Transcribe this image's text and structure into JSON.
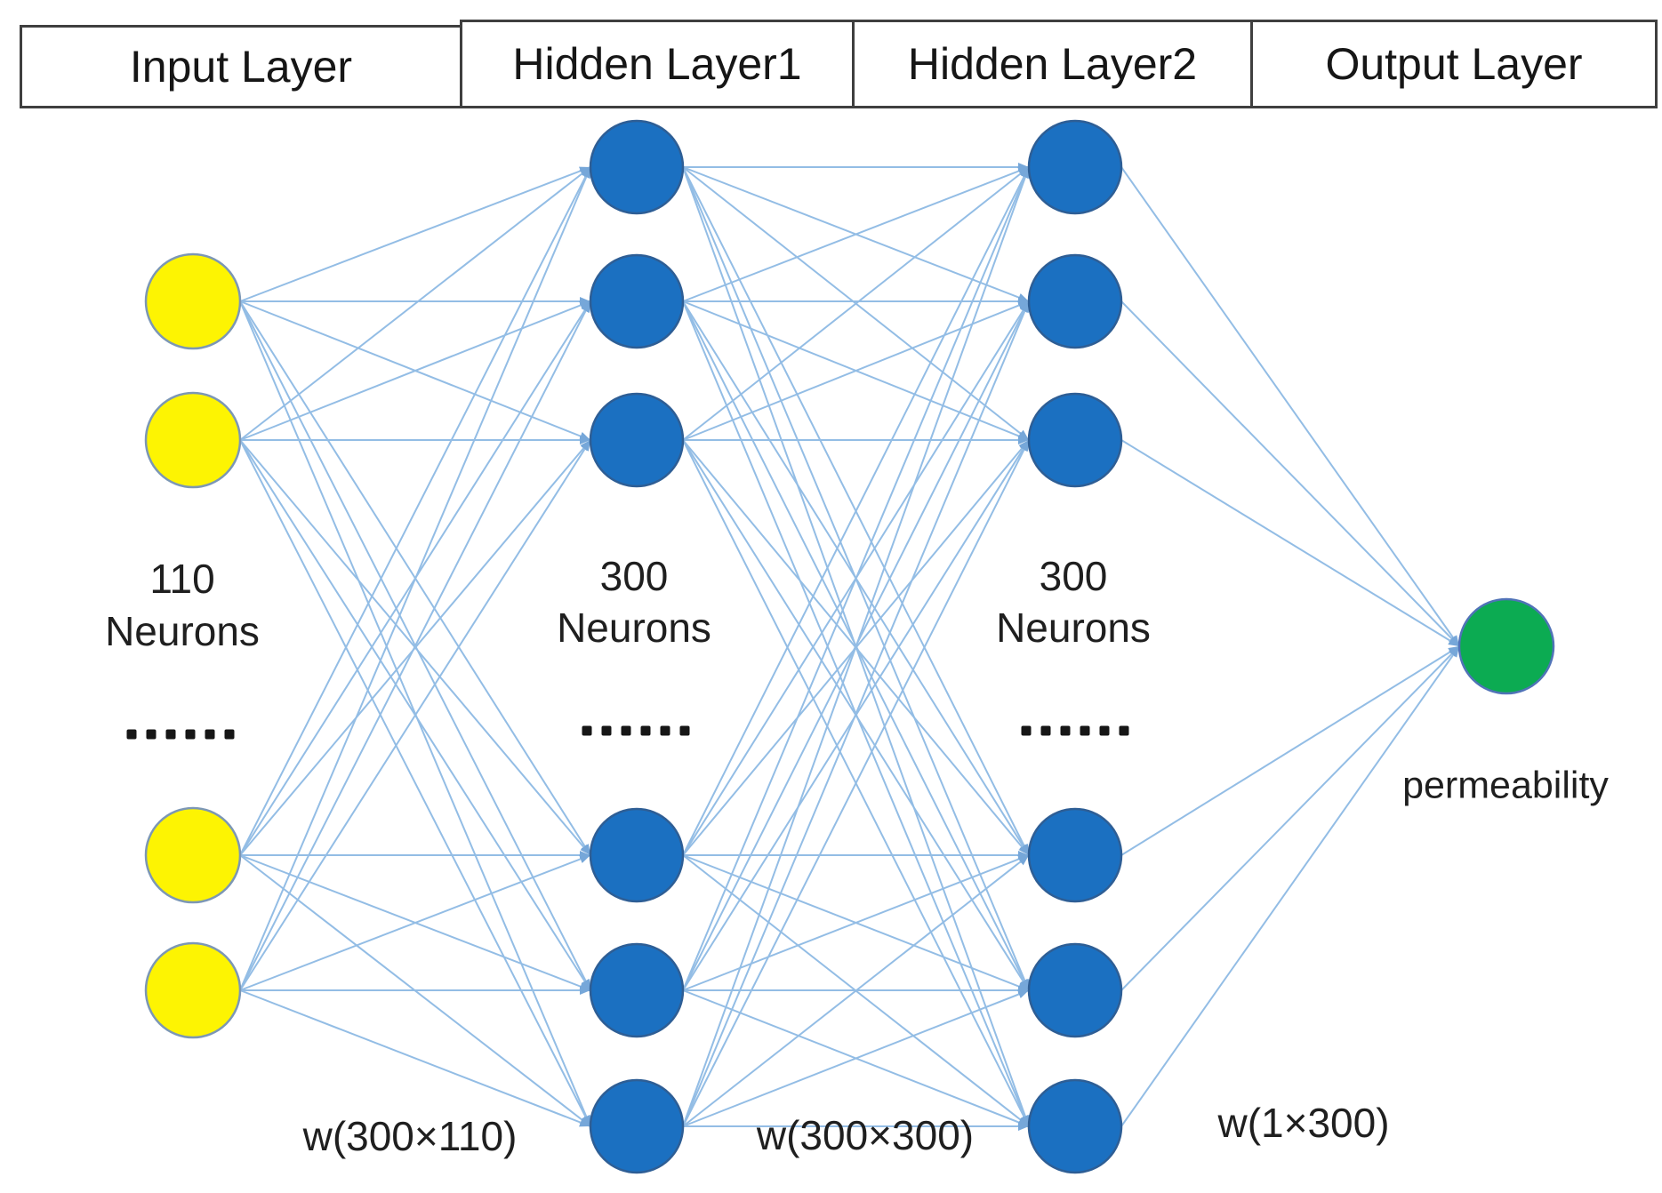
{
  "header": {
    "cells": [
      {
        "label": "Input Layer"
      },
      {
        "label": "Hidden Layer1"
      },
      {
        "label": "Hidden Layer2"
      },
      {
        "label": "Output Layer"
      }
    ]
  },
  "layers": [
    {
      "id": "input",
      "header": "Input Layer",
      "count_label": "110",
      "unit_label": "Neurons",
      "ellipsis_dots": 6,
      "visible_nodes": 4,
      "node_color": "#fdf402",
      "node_border": "#7c97b5"
    },
    {
      "id": "hidden1",
      "header": "Hidden Layer1",
      "count_label": "300",
      "unit_label": "Neurons",
      "ellipsis_dots": 6,
      "visible_nodes": 6,
      "node_color": "#1b70c1",
      "node_border": "#2e5e95"
    },
    {
      "id": "hidden2",
      "header": "Hidden Layer2",
      "count_label": "300",
      "unit_label": "Neurons",
      "ellipsis_dots": 6,
      "visible_nodes": 6,
      "node_color": "#1b70c1",
      "node_border": "#2e5e95"
    },
    {
      "id": "output",
      "header": "Output Layer",
      "output_label": "permeability",
      "visible_nodes": 1,
      "node_color": "#0cab52",
      "node_border": "#5073b7"
    }
  ],
  "weights": [
    {
      "label": "w(300×110)"
    },
    {
      "label": "w(300×300)"
    },
    {
      "label": "w(1×300)"
    }
  ],
  "colors": {
    "edge": "#93bde5",
    "arrow": "#76a7d9",
    "text": "#1f1f1f",
    "header_border": "#3f3f3f",
    "background": "#ffffff"
  }
}
